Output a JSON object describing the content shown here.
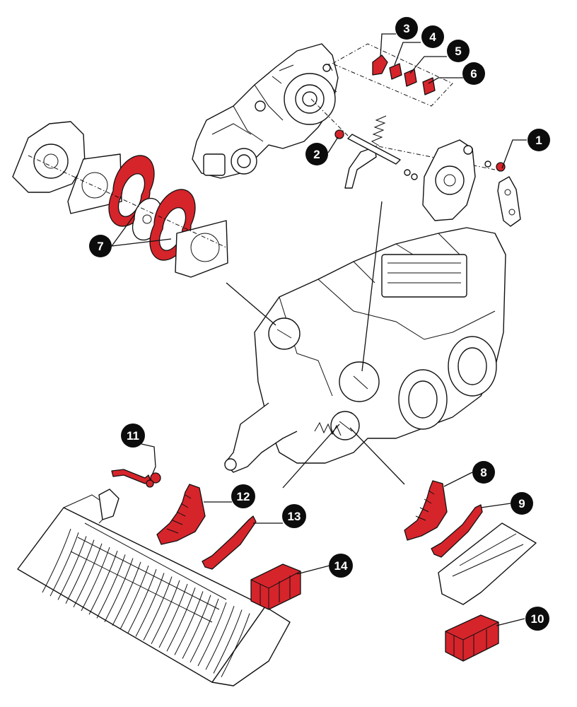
{
  "callouts": [
    {
      "id": "1",
      "label": "1"
    },
    {
      "id": "2",
      "label": "2"
    },
    {
      "id": "3",
      "label": "3"
    },
    {
      "id": "4",
      "label": "4"
    },
    {
      "id": "5",
      "label": "5"
    },
    {
      "id": "6",
      "label": "6"
    },
    {
      "id": "7",
      "label": "7"
    },
    {
      "id": "8",
      "label": "8"
    },
    {
      "id": "9",
      "label": "9"
    },
    {
      "id": "10",
      "label": "10"
    },
    {
      "id": "11",
      "label": "11"
    },
    {
      "id": "12",
      "label": "12"
    },
    {
      "id": "13",
      "label": "13"
    },
    {
      "id": "14",
      "label": "14"
    }
  ],
  "colors": {
    "highlight": "#d6242b",
    "line": "#111111",
    "callout": "#0c0c0c",
    "background": "#ffffff"
  },
  "icons": {
    "gearbox": "gearbox-assembly-icon",
    "baler": "baler-machine-icon",
    "pack": "parts-kit-box-icon"
  }
}
